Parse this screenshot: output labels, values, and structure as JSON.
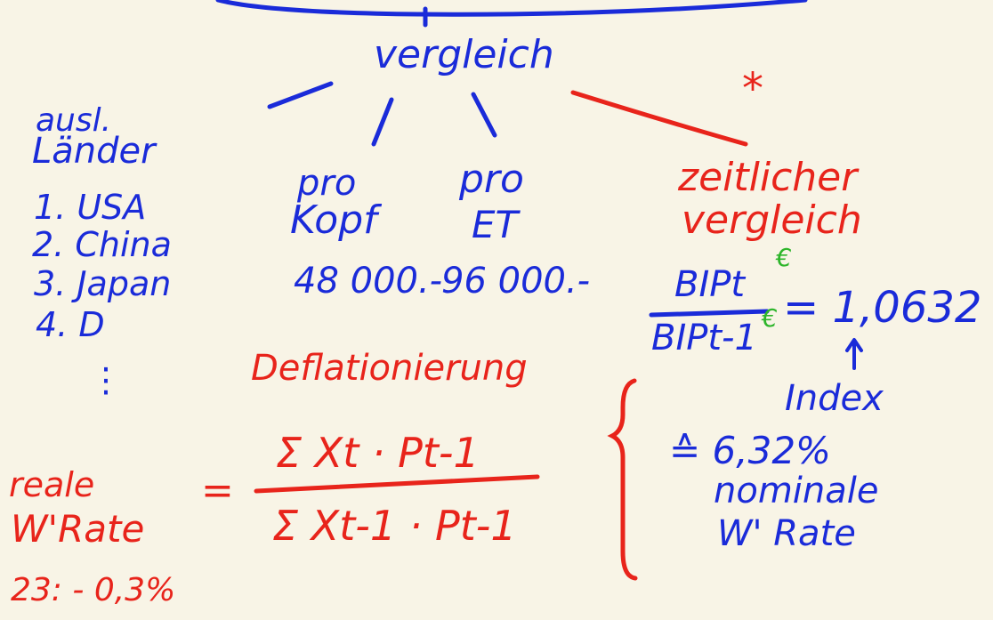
{
  "colors": {
    "paper": "#f8f4e6",
    "blue_ink": "#1a2bd9",
    "red_ink": "#e8241b",
    "green_ink": "#2db52a"
  },
  "top": {
    "title": "vergleich"
  },
  "ranking": {
    "heading_line1": "ausl.",
    "heading_line2": "Länder",
    "items": [
      "1. USA",
      "2. China",
      "3. Japan",
      "4. D"
    ],
    "ellipsis": "⋮"
  },
  "per_head": {
    "label_line1": "pro",
    "label_line2": "Kopf",
    "value": "48 000.-"
  },
  "per_et": {
    "label_line1": "pro",
    "label_line2": "ET",
    "value": "96 000.-"
  },
  "temporal": {
    "asterisk": "*",
    "heading_line1": "zeitlicher",
    "heading_line2": "vergleich",
    "numerator": "BIPt",
    "denominator": "BIPt-1",
    "currency_top": "€",
    "currency_bottom": "€",
    "result": "= 1,0632",
    "arrow": "↑",
    "index_label": "Index",
    "equivalent": "≙ 6,32%",
    "nominal_line1": "nominale",
    "nominal_line2": "W' Rate"
  },
  "deflation": {
    "heading": "Deflationierung",
    "real_line1": "reale",
    "real_line2": "W'Rate",
    "equals": "=",
    "numerator": "Σ Xt · Pt-1",
    "denominator": "Σ Xt-1 · Pt-1",
    "note": "23: - 0,3%"
  }
}
